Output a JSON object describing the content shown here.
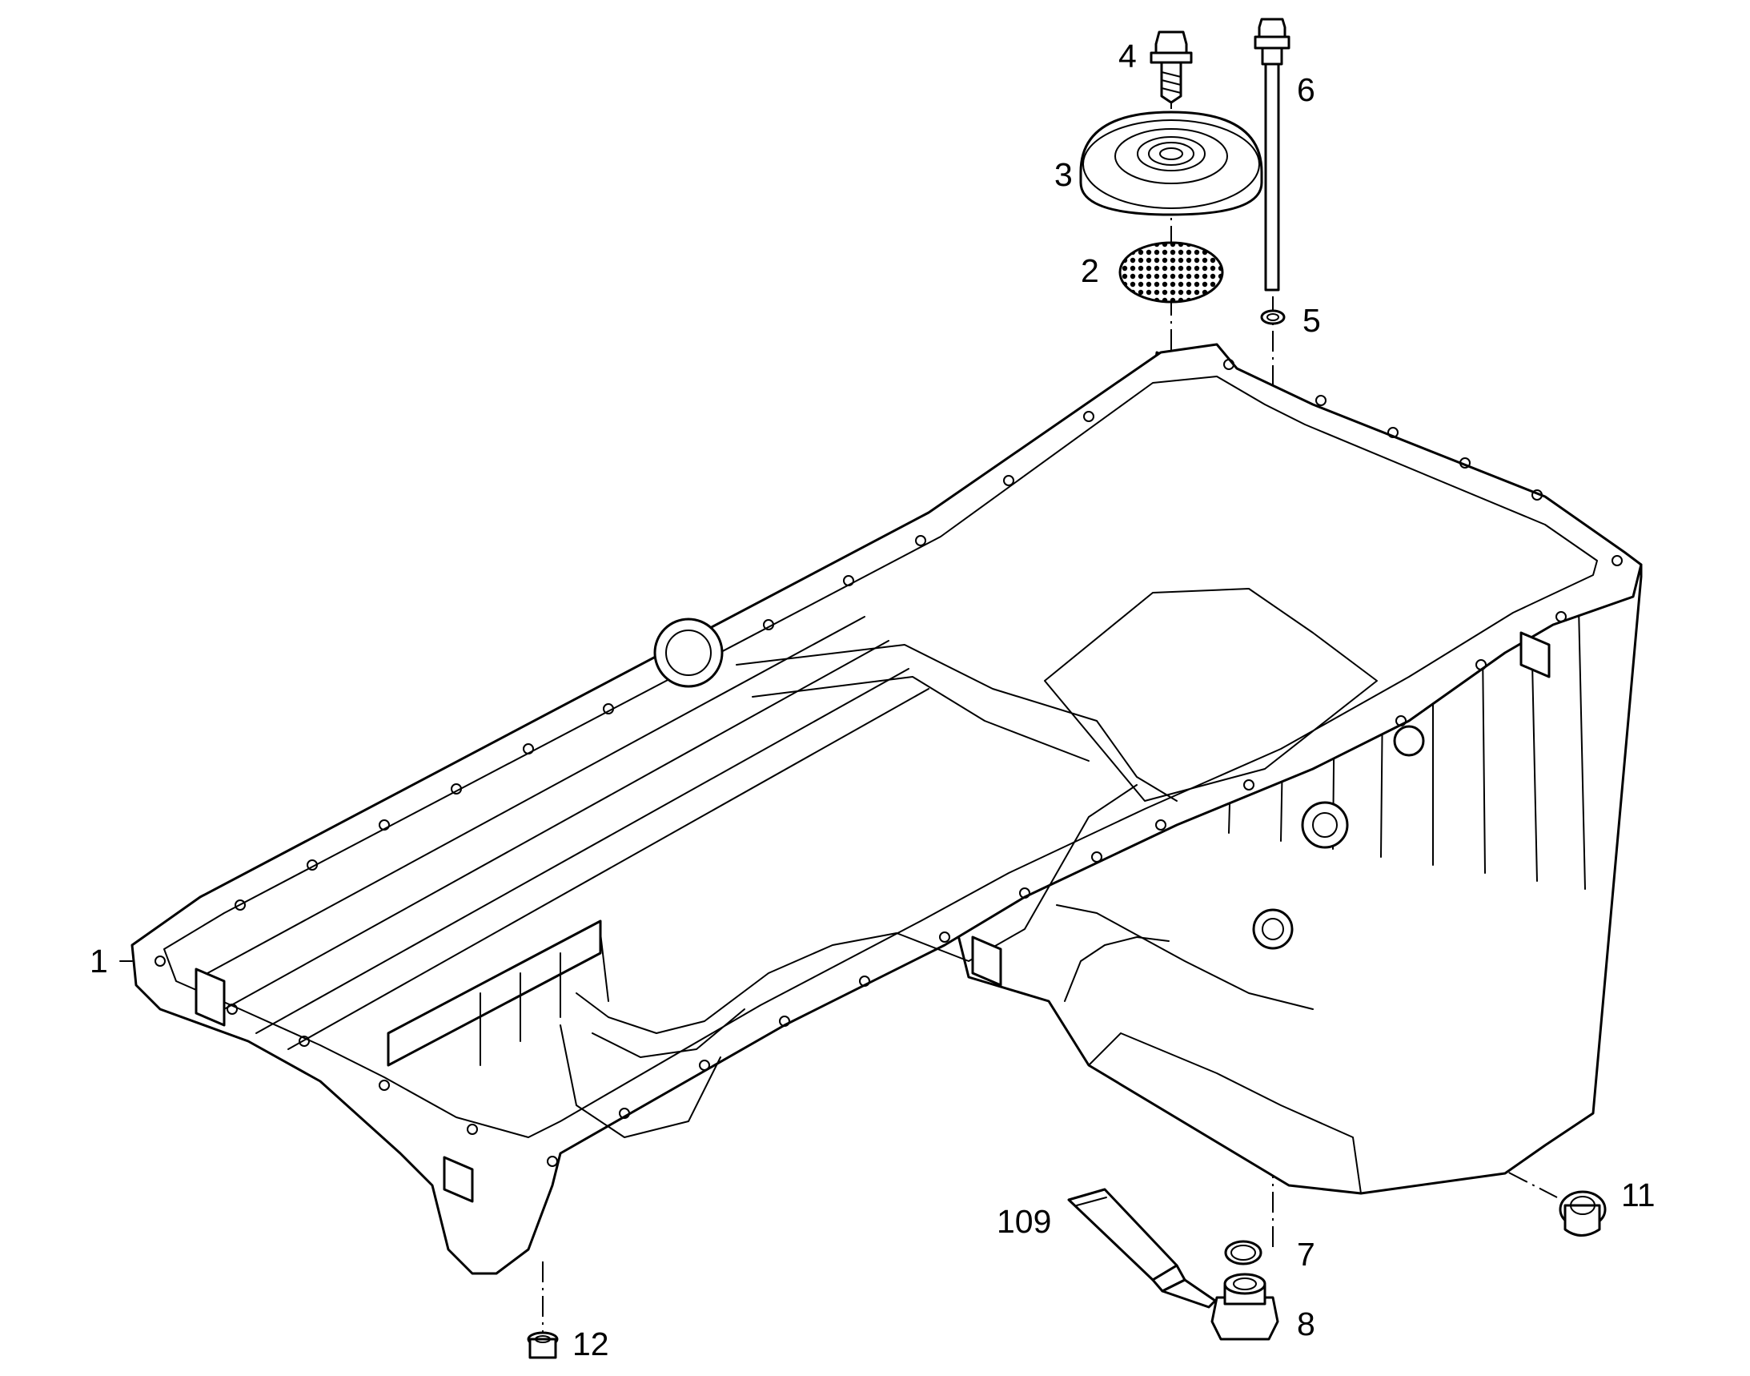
{
  "diagram": {
    "callouts": {
      "c1": "1",
      "c2": "2",
      "c3": "3",
      "c4": "4",
      "c5": "5",
      "c6": "6",
      "c7": "7",
      "c8": "8",
      "c11": "11",
      "c12": "12",
      "c109": "109"
    }
  }
}
